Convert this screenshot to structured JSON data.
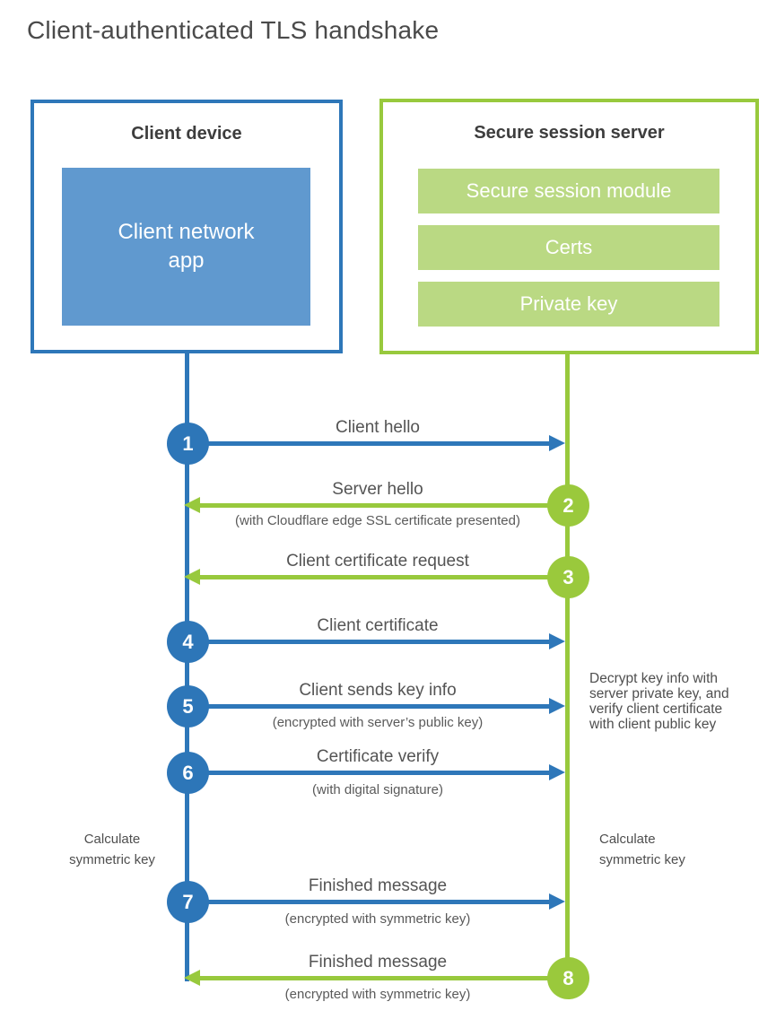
{
  "title": "Client-authenticated TLS handshake",
  "client_box": {
    "title": "Client device",
    "app": "Client network\napp"
  },
  "server_box": {
    "title": "Secure session server",
    "modules": [
      "Secure session module",
      "Certs",
      "Private key"
    ]
  },
  "steps": [
    {
      "number": "1",
      "from": "client",
      "to": "server",
      "label": "Client hello",
      "sub": ""
    },
    {
      "number": "2",
      "from": "server",
      "to": "client",
      "label": "Server hello",
      "sub": "(with Cloudflare edge SSL certificate presented)"
    },
    {
      "number": "3",
      "from": "server",
      "to": "client",
      "label": "Client certificate request",
      "sub": ""
    },
    {
      "number": "4",
      "from": "client",
      "to": "server",
      "label": "Client certificate",
      "sub": ""
    },
    {
      "number": "5",
      "from": "client",
      "to": "server",
      "label": "Client sends key info",
      "sub": "(encrypted with server’s public key)"
    },
    {
      "number": "6",
      "from": "client",
      "to": "server",
      "label": "Certificate verify",
      "sub": "(with digital signature)"
    },
    {
      "number": "7",
      "from": "client",
      "to": "server",
      "label": "Finished message",
      "sub": "(encrypted with symmetric key)"
    },
    {
      "number": "8",
      "from": "server",
      "to": "client",
      "label": "Finished message",
      "sub": "(encrypted with symmetric key)"
    }
  ],
  "notes": {
    "server_side": "Decrypt key info with\nserver private key, and\nverify client certificate\nwith client public key",
    "client_calc": "Calculate\nsymmetric key",
    "server_calc": "Calculate\nsymmetric key"
  },
  "colors": {
    "client_accent": "#2d76b8",
    "client_fill": "#6099cf",
    "server_accent": "#98c93d",
    "server_fill": "#bad983",
    "text_dark": "#3d3d3d",
    "text_gray": "#545454"
  }
}
